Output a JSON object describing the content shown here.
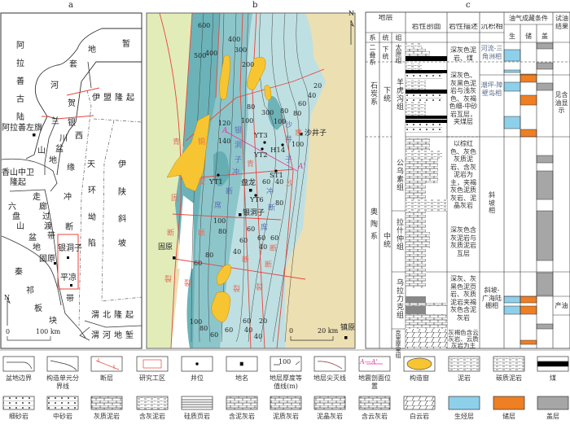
{
  "panels": {
    "a": "a",
    "b": "b",
    "c": "c"
  },
  "panel_a": {
    "labels": [
      "阿",
      "拉",
      "善",
      "古",
      "陆",
      "暂",
      "地",
      "套",
      "河",
      "伊盟隆起",
      "贺",
      "阿拉善左旗",
      "兰",
      "银",
      "川",
      "盆",
      "地",
      "山",
      "西",
      "缘",
      "天",
      "伊",
      "香山中卫",
      "隆起",
      "环",
      "陕",
      "冲",
      "走",
      "廊",
      "过",
      "渡",
      "带",
      "六",
      "盘",
      "山",
      "盆",
      "地",
      "坳",
      "斜",
      "断",
      "陷",
      "坡",
      "固原",
      "银洞子",
      "秦",
      "平凉",
      "祁",
      "带",
      "板",
      "块",
      "渭北隆起",
      "渭河地堑"
    ],
    "scale": {
      "zero": "0",
      "label": "100 km"
    },
    "north": "N"
  },
  "panel_b": {
    "contours": [
      "600",
      "500",
      "400",
      "400",
      "300",
      "200",
      "20",
      "40",
      "60",
      "80",
      "80",
      "100",
      "80",
      "100",
      "300",
      "120",
      "140",
      "100",
      "60",
      "40",
      "80",
      "100",
      "80",
      "60",
      "60",
      "40",
      "60",
      "60",
      "40",
      "80",
      "60",
      "100",
      "80",
      "60",
      "60",
      "40",
      "60",
      "20",
      "40"
    ],
    "wells": [
      "YT3",
      "YT2",
      "H14",
      "ST1",
      "YT1",
      "YT6"
    ],
    "places": [
      "沙井子",
      "盘龙",
      "银洞子",
      "固原",
      "镇原"
    ],
    "profile": {
      "start": "A",
      "end": "A'"
    },
    "faults_red": [
      "青",
      "铜",
      "惠",
      "青",
      "安",
      "固",
      "断",
      "断",
      "断",
      "断",
      "裂",
      "裂",
      "裂",
      "裂",
      "沙",
      "断"
    ],
    "zones_blue": [
      "银",
      "洞",
      "子",
      "沙",
      "井",
      "子",
      "冲",
      "断",
      "席",
      "冲",
      "断",
      "席"
    ],
    "scale": {
      "zero": "0",
      "label": "20 km"
    },
    "north": "N"
  },
  "panel_c": {
    "header": {
      "strata": "地层",
      "system": "系",
      "series": "统",
      "formation": "组",
      "lith_profile": "岩性剖面",
      "lith_desc": "岩性描述",
      "facies": "沉积相",
      "conditions": "油气成藏条件",
      "source": "生",
      "reservoir": "储",
      "cap": "盖",
      "test": "试油结果"
    },
    "rows": [
      {
        "system": "二叠系",
        "series": "下统",
        "formation": "太原组",
        "desc": "深灰色泥岩、煤",
        "facies": "河流-三角洲相",
        "test": ""
      },
      {
        "system": "石炭系",
        "series": "下统",
        "formation": "羊虎沟组",
        "desc": "深灰色、灰黑色泥岩与浅灰色、灰褐色细-中砂岩互层，夹煤层",
        "facies": "潮坪-障壁岛相",
        "test": "见含油显示"
      },
      {
        "system": "奥陶系",
        "series": "中统",
        "formation": "公乌素组",
        "desc": "以棕红色、灰色灰质泥岩、含灰泥岩为主，夹褐灰色泥质灰岩、泥晶灰岩",
        "facies": "斜坡相"
      },
      {
        "formation": "拉什仲组",
        "desc": "深灰色含灰泥岩与灰质泥岩互层"
      },
      {
        "formation": "乌拉力克组",
        "desc": "深灰、灰黑色泥页岩、灰质泥岩夹褐灰色含泥灰岩",
        "facies": "斜坡-广海陆棚相",
        "test": "产油"
      },
      {
        "formation": "克里摩里组",
        "desc": "灰褐色含云灰岩、云质灰岩为主"
      }
    ]
  },
  "legend": [
    "盆地边界",
    "构造单元分界线",
    "断层",
    "研究工区",
    "井位",
    "地名",
    "地层厚度等值线(m)",
    "地层尖灭线",
    "地震剖面位置",
    "构造窗",
    "泥岩",
    "碳质泥岩",
    "煤",
    "细砂岩",
    "中砂岩",
    "灰质泥岩",
    "含灰泥岩",
    "硅质页岩",
    "含泥灰岩",
    "泥质灰岩",
    "泥晶灰岩",
    "含云灰岩",
    "白云岩",
    "生烃层",
    "储层",
    "盖层"
  ],
  "legend_symbols": {
    "contour_value": "100",
    "profile": "A—A'"
  },
  "colors": {
    "fault": "#e8453c",
    "source": "#8ed0ea",
    "reservoir": "#ef7f23",
    "cap": "#a6a6a6",
    "window": "#f7c531",
    "tan": "#ecdfb2",
    "green": "#e2ecb8"
  }
}
